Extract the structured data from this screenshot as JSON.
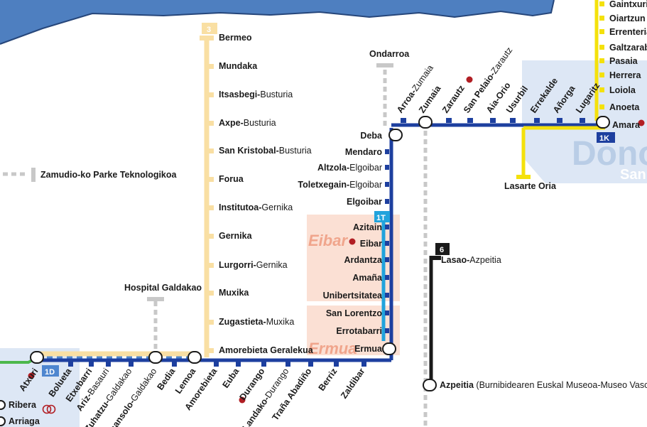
{
  "colors": {
    "line3": "#f9dfa3",
    "e1": "#1d3f9f",
    "line1T": "#21a3dc",
    "line6": "#1a1a1a",
    "line1K": "#f4e10b",
    "green": "#4cb84c",
    "future": "#c8c8c8",
    "sea": "#4e7fc0",
    "zone": "#dde7f5",
    "eibar_zone": "#fbe0d4",
    "poi": "#b11e24"
  },
  "badges": {
    "l3": "3",
    "l1d": "1D",
    "l1t": "1T",
    "l6": "6",
    "l1k": "1K"
  },
  "areas": {
    "eibar": "Eibar",
    "ermua": "Ermua",
    "dono": "Dono",
    "san": "San"
  },
  "line3": {
    "stations": [
      {
        "b": "Bermeo",
        "n": ""
      },
      {
        "b": "Mundaka",
        "n": ""
      },
      {
        "b": "Itsasbegi-",
        "n": "Busturia"
      },
      {
        "b": "Axpe-",
        "n": "Busturia"
      },
      {
        "b": "San Kristobal-",
        "n": "Busturia"
      },
      {
        "b": "Forua",
        "n": ""
      },
      {
        "b": "Institutoa-",
        "n": "Gernika"
      },
      {
        "b": "Gernika",
        "n": ""
      },
      {
        "b": "Lurgorri-",
        "n": "Gernika"
      },
      {
        "b": "Muxika",
        "n": ""
      },
      {
        "b": "Zugastieta-",
        "n": "Muxika"
      },
      {
        "b": "Amorebieta Geralekua",
        "n": ""
      }
    ]
  },
  "tech_park": "Zamudio-ko Parke Teknologikoa",
  "hospital": "Hospital Galdakao",
  "ondarroa": "Ondarroa",
  "bottom": [
    {
      "b": "Atxuri",
      "n": ""
    },
    {
      "b": "Bolueta",
      "n": ""
    },
    {
      "b": "Etxebarri",
      "n": ""
    },
    {
      "b": "Ariz-",
      "n": "Basauri"
    },
    {
      "b": "Zuhatzu-",
      "n": "Galdakao"
    },
    {
      "b": "Usansolo-",
      "n": "Galdakao"
    },
    {
      "b": "Bedia",
      "n": ""
    },
    {
      "b": "Lemoa",
      "n": ""
    },
    {
      "b": "Amorebieta",
      "n": ""
    },
    {
      "b": "Euba",
      "n": ""
    },
    {
      "b": "Durango",
      "n": ""
    },
    {
      "b": "Landako-",
      "n": "Durango"
    },
    {
      "b": "Traña Abadiño",
      "n": ""
    },
    {
      "b": "Berriz",
      "n": ""
    },
    {
      "b": "Zaldibar",
      "n": ""
    }
  ],
  "left": [
    {
      "b": "Ribera",
      "n": ""
    },
    {
      "b": "Arriaga",
      "n": ""
    }
  ],
  "vertical": [
    {
      "b": "Deba",
      "n": ""
    },
    {
      "b": "Mendaro",
      "n": ""
    },
    {
      "b": "Altzola-",
      "n": "Elgoibar"
    },
    {
      "b": "Toletxegain-",
      "n": "Elgoibar"
    },
    {
      "b": "Elgoibar",
      "n": ""
    },
    {
      "b": "Azitain",
      "n": ""
    },
    {
      "b": "Eibar",
      "n": ""
    },
    {
      "b": "Ardantza",
      "n": ""
    },
    {
      "b": "Amaña",
      "n": ""
    },
    {
      "b": "Unibertsitatea",
      "n": ""
    },
    {
      "b": "San Lorentzo",
      "n": ""
    },
    {
      "b": "Errotabarri",
      "n": ""
    },
    {
      "b": "Ermua",
      "n": ""
    }
  ],
  "top": [
    {
      "b": "Arroa-",
      "n": "Zumaia"
    },
    {
      "b": "Zumaia",
      "n": ""
    },
    {
      "b": "Zarautz",
      "n": ""
    },
    {
      "b": "San Pelaio-",
      "n": "Zarautz"
    },
    {
      "b": "Aia-Orio",
      "n": ""
    },
    {
      "b": "Usurbil",
      "n": ""
    },
    {
      "b": "Errekalde",
      "n": ""
    },
    {
      "b": "Añorga",
      "n": ""
    },
    {
      "b": "Lugaritz",
      "n": ""
    }
  ],
  "amara": "Amara",
  "lasarte": "Lasarte Oria",
  "right": [
    "Gaintxurizketa",
    "Oiartzun",
    "Errenteria",
    "Galtzaraborda",
    "Pasaia",
    "Herrera",
    "Loiola",
    "Anoeta"
  ],
  "line6": [
    {
      "b": "Lasao-",
      "n": "Azpeitia"
    },
    {
      "b": "Azpeitia",
      "n": " (Burnibidearen Euskal Museoa-Museo Vasco del Ferrocarril)"
    }
  ]
}
